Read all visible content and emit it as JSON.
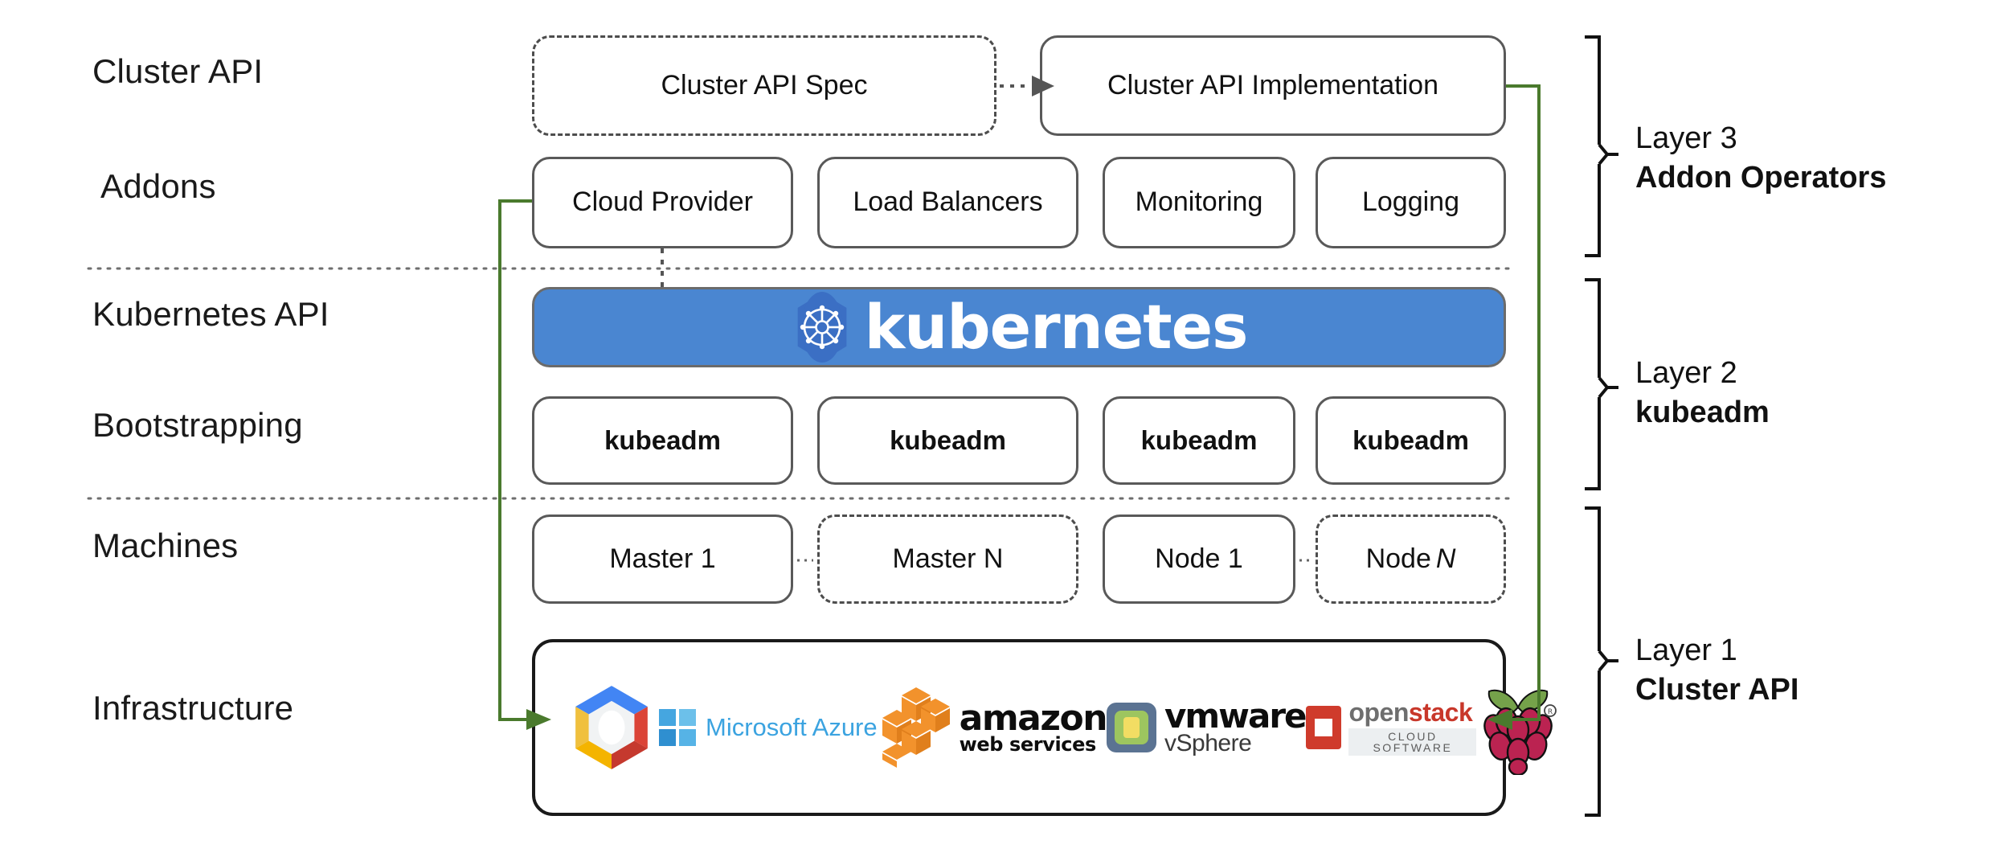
{
  "diagram": {
    "title": "Kubernetes Cluster API layered architecture",
    "accent_green": "#4a7a2d",
    "accent_blue": "#4a86d1",
    "border_gray": "#595959"
  },
  "row_labels": [
    {
      "text": "Cluster API",
      "name": "row-label-cluster-api"
    },
    {
      "text": "Addons",
      "name": "row-label-addons"
    },
    {
      "text": "Kubernetes API",
      "name": "row-label-kubernetes-api"
    },
    {
      "text": "Bootstrapping",
      "name": "row-label-bootstrapping"
    },
    {
      "text": "Machines",
      "name": "row-label-machines"
    },
    {
      "text": "Infrastructure",
      "name": "row-label-infrastructure"
    }
  ],
  "cluster_api_row": {
    "spec_box": "Cluster API Spec",
    "implementation_box": "Cluster API Implementation"
  },
  "addons_row": {
    "boxes": [
      "Cloud Provider",
      "Load Balancers",
      "Monitoring",
      "Logging"
    ]
  },
  "kubernetes_banner": {
    "wordmark": "kubernetes",
    "logo_name": "kubernetes-helm-wheel-icon",
    "background": "#4a86d1"
  },
  "bootstrapping_row": {
    "boxes": [
      "kubeadm",
      "kubeadm",
      "kubeadm",
      "kubeadm"
    ]
  },
  "machines_row": {
    "boxes": [
      {
        "label": "Master 1",
        "style": "solid"
      },
      {
        "label": "Master N",
        "style": "dashed"
      },
      {
        "label": "Node 1",
        "style": "solid"
      },
      {
        "label": "Node",
        "italic_suffix": "N",
        "style": "dashed"
      }
    ]
  },
  "infrastructure_row": {
    "providers": [
      {
        "name": "google-cloud-platform-logo",
        "label": ""
      },
      {
        "name": "microsoft-azure-logo",
        "label": "Microsoft Azure"
      },
      {
        "name": "amazon-web-services-logo",
        "label_top": "amazon",
        "label_bottom": "web services"
      },
      {
        "name": "vmware-vsphere-logo",
        "label_top": "vmware",
        "label_bottom": "vSphere"
      },
      {
        "name": "openstack-logo",
        "label_top_a": "open",
        "label_top_b": "stack",
        "label_bottom": "CLOUD SOFTWARE"
      },
      {
        "name": "raspberry-pi-logo",
        "label": ""
      }
    ]
  },
  "layers": [
    {
      "number": "Layer 3",
      "name": "Addon Operators"
    },
    {
      "number": "Layer 2",
      "name": "kubeadm"
    },
    {
      "number": "Layer 1",
      "name": "Cluster API"
    }
  ]
}
